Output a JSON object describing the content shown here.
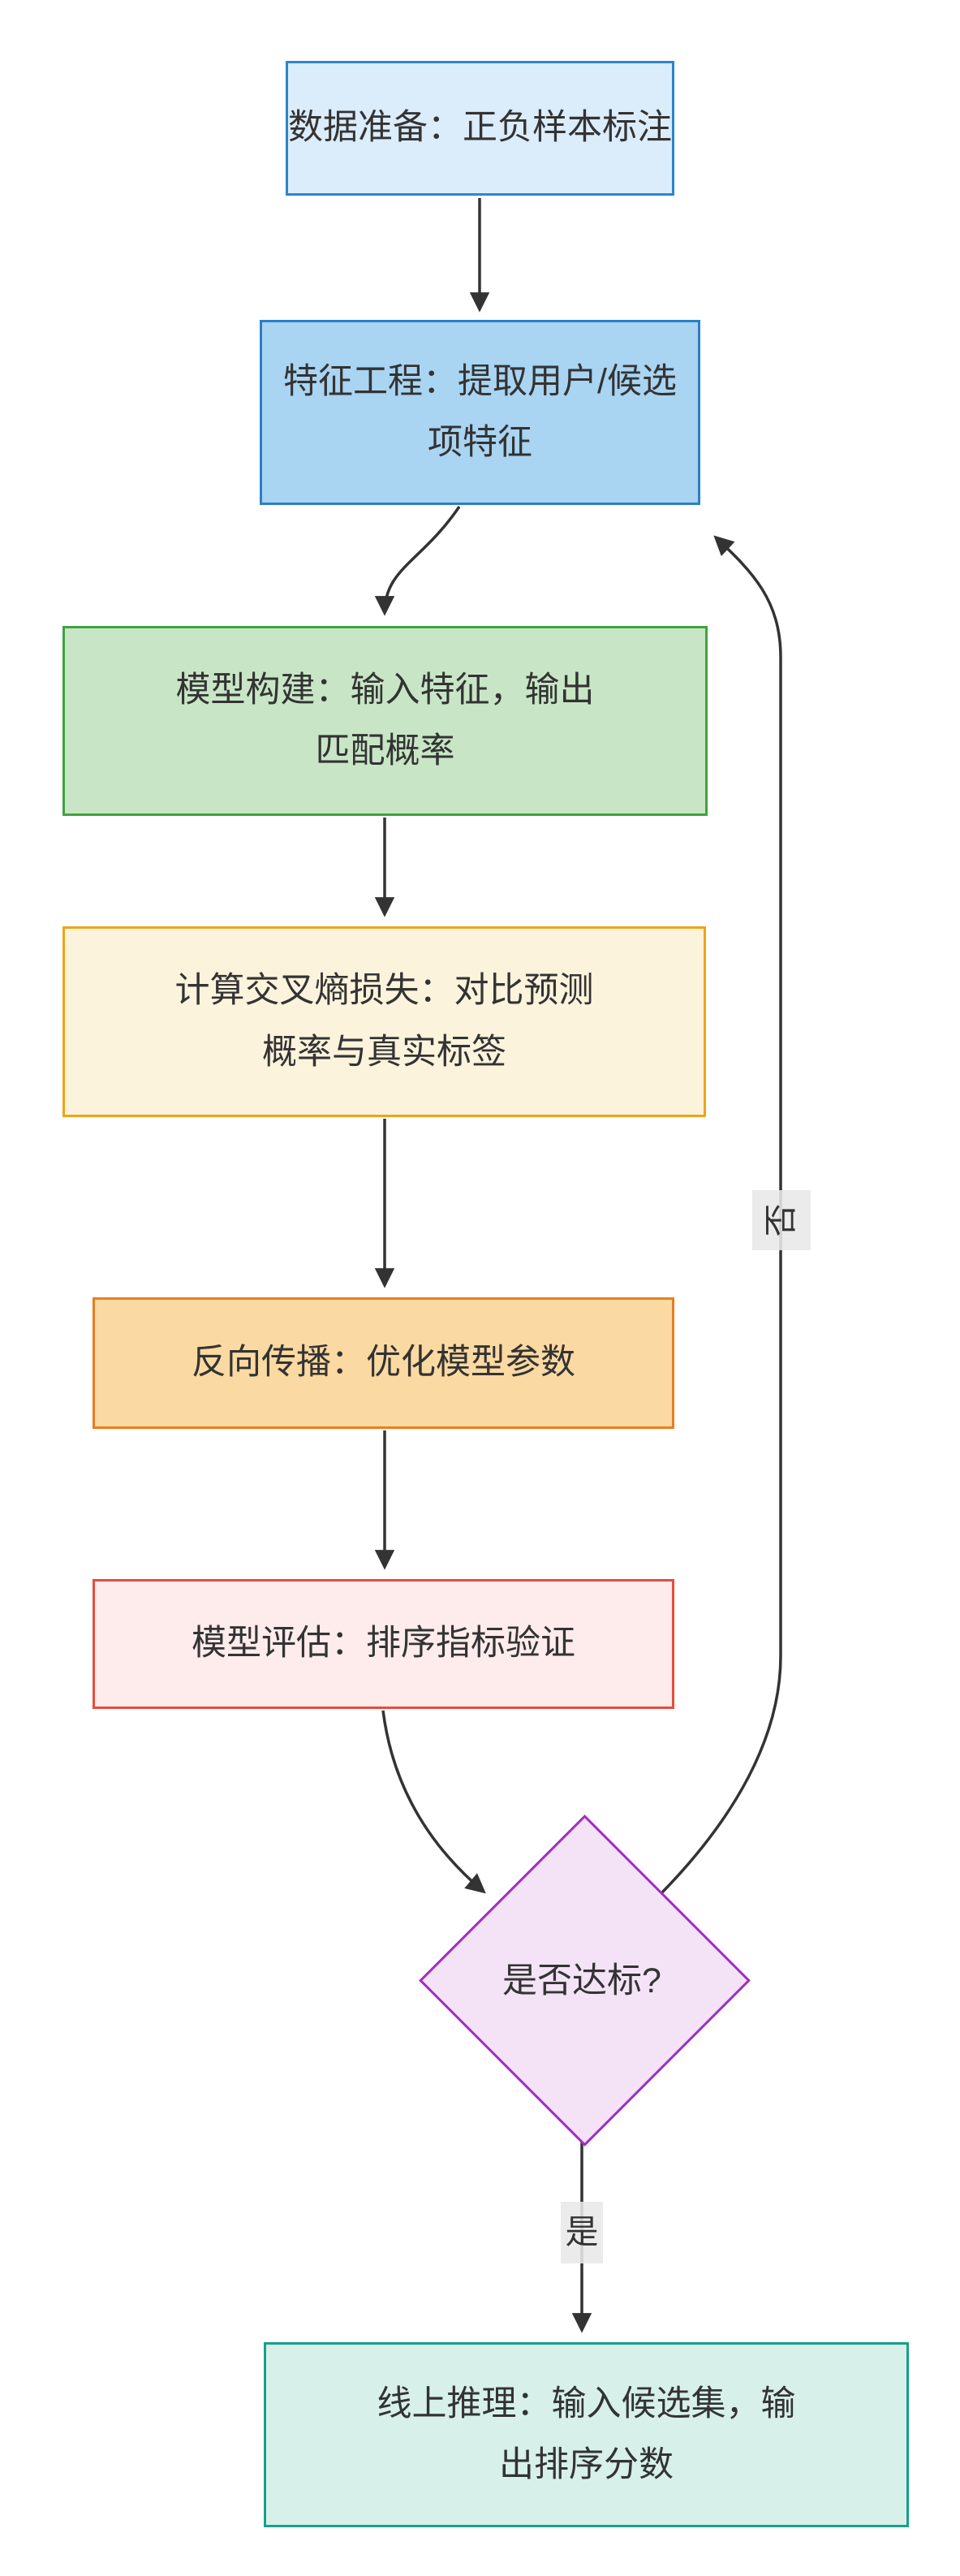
{
  "diagram": {
    "type": "flowchart",
    "direction": "top-down",
    "nodes": [
      {
        "id": "data-prep",
        "shape": "rect",
        "label": "数据准备：正负样本标注",
        "fill": "#dbecfa",
        "border": "#2e86c9"
      },
      {
        "id": "feature-eng",
        "shape": "rect",
        "label": "特征工程：提取用户/候选\n项特征",
        "fill": "#a9d4f2",
        "border": "#2b7fc4"
      },
      {
        "id": "model-build",
        "shape": "rect",
        "label": "模型构建：输入特征，输出\n匹配概率",
        "fill": "#c8e6c6",
        "border": "#3fa33f"
      },
      {
        "id": "cross-entropy",
        "shape": "rect",
        "label": "计算交叉熵损失：对比预测\n概率与真实标签",
        "fill": "#fcf3dd",
        "border": "#eea417"
      },
      {
        "id": "backprop",
        "shape": "rect",
        "label": "反向传播：优化模型参数",
        "fill": "#fbd9a2",
        "border": "#e67e22"
      },
      {
        "id": "model-eval",
        "shape": "rect",
        "label": "模型评估：排序指标验证",
        "fill": "#fdeceb",
        "border": "#e64c3c"
      },
      {
        "id": "meets-standard",
        "shape": "diamond",
        "label": "是否达标?",
        "fill": "#f4e3f7",
        "border": "#a32cc0"
      },
      {
        "id": "online-infer",
        "shape": "rect",
        "label": "线上推理：输入候选集，输\n出排序分数",
        "fill": "#d7f0ea",
        "border": "#18a08b"
      }
    ],
    "edges": [
      {
        "from": "data-prep",
        "to": "feature-eng",
        "label": ""
      },
      {
        "from": "feature-eng",
        "to": "model-build",
        "label": ""
      },
      {
        "from": "model-build",
        "to": "cross-entropy",
        "label": ""
      },
      {
        "from": "cross-entropy",
        "to": "backprop",
        "label": ""
      },
      {
        "from": "backprop",
        "to": "model-eval",
        "label": ""
      },
      {
        "from": "model-eval",
        "to": "meets-standard",
        "label": ""
      },
      {
        "from": "meets-standard",
        "to": "online-infer",
        "label": "是"
      },
      {
        "from": "meets-standard",
        "to": "feature-eng",
        "label": "否"
      }
    ],
    "colors": {
      "edge_line": "#333333",
      "arrowhead": "#333333",
      "text": "#333333",
      "edge_label_bg": "#e8e8e8",
      "background": "#ffffff"
    }
  }
}
